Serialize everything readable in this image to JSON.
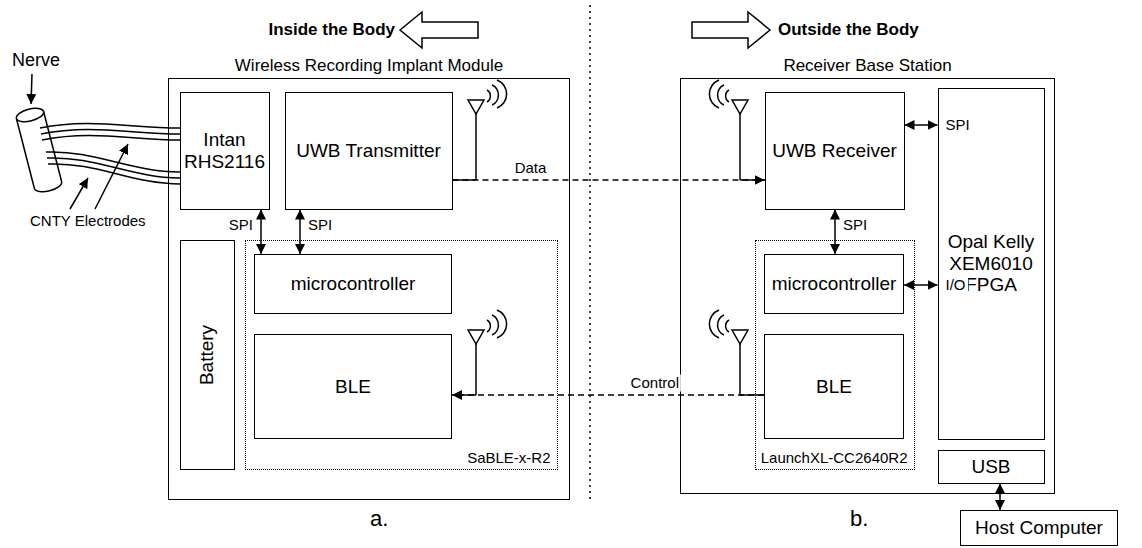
{
  "diagram": {
    "nodes": [
      {
        "text": [
          "Wireless Recording Implant Module"
        ]
      },
      {
        "text": [
          "Intan RHS2116"
        ],
        "in": 0
      },
      {
        "text": [
          "UWB Transmitter"
        ],
        "in": 0
      },
      {
        "text": [
          "Battery"
        ],
        "in": 0
      },
      {
        "text": [
          "SaBLE-x-R2"
        ],
        "in": 0
      },
      {
        "text": [
          "microcontroller"
        ],
        "in": 4
      },
      {
        "text": [
          "BLE"
        ],
        "in": 4
      },
      {
        "text": [
          "Receiver Base Station"
        ]
      },
      {
        "text": [
          "UWB Receiver"
        ],
        "in": 7
      },
      {
        "text": [
          "Opal Kelly XEM6010 FPGA"
        ],
        "in": 7
      },
      {
        "text": [
          "LaunchXL-CC2640R2"
        ],
        "in": 7
      },
      {
        "text": [
          "microcontroller"
        ],
        "in": 10
      },
      {
        "text": [
          "BLE"
        ],
        "in": 10
      },
      {
        "text": [
          "USB"
        ],
        "in": 7
      },
      {
        "text": [
          "Host Computer"
        ]
      }
    ],
    "edges": [
      {
        "from": 1,
        "to": 5,
        "arrow": "both",
        "label": "SPI"
      },
      {
        "from": 2,
        "to": 5,
        "arrow": "both",
        "label": "SPI"
      },
      {
        "from": 2,
        "to": 8,
        "arrow": "to",
        "label": "Data"
      },
      {
        "from": 12,
        "to": 6,
        "arrow": "to",
        "label": "Control"
      },
      {
        "from": 8,
        "to": 9,
        "arrow": "both",
        "label": "SPI"
      },
      {
        "from": 8,
        "to": 11,
        "arrow": "both",
        "label": "SPI"
      },
      {
        "from": 11,
        "to": 9,
        "arrow": "both",
        "label": "I/O"
      },
      {
        "from": 13,
        "to": 14,
        "arrow": "both"
      }
    ],
    "labels": [
      "Inside the Body",
      "Outside the Body",
      "Nerve",
      "CNTY Electrodes",
      "a.",
      "b."
    ]
  }
}
